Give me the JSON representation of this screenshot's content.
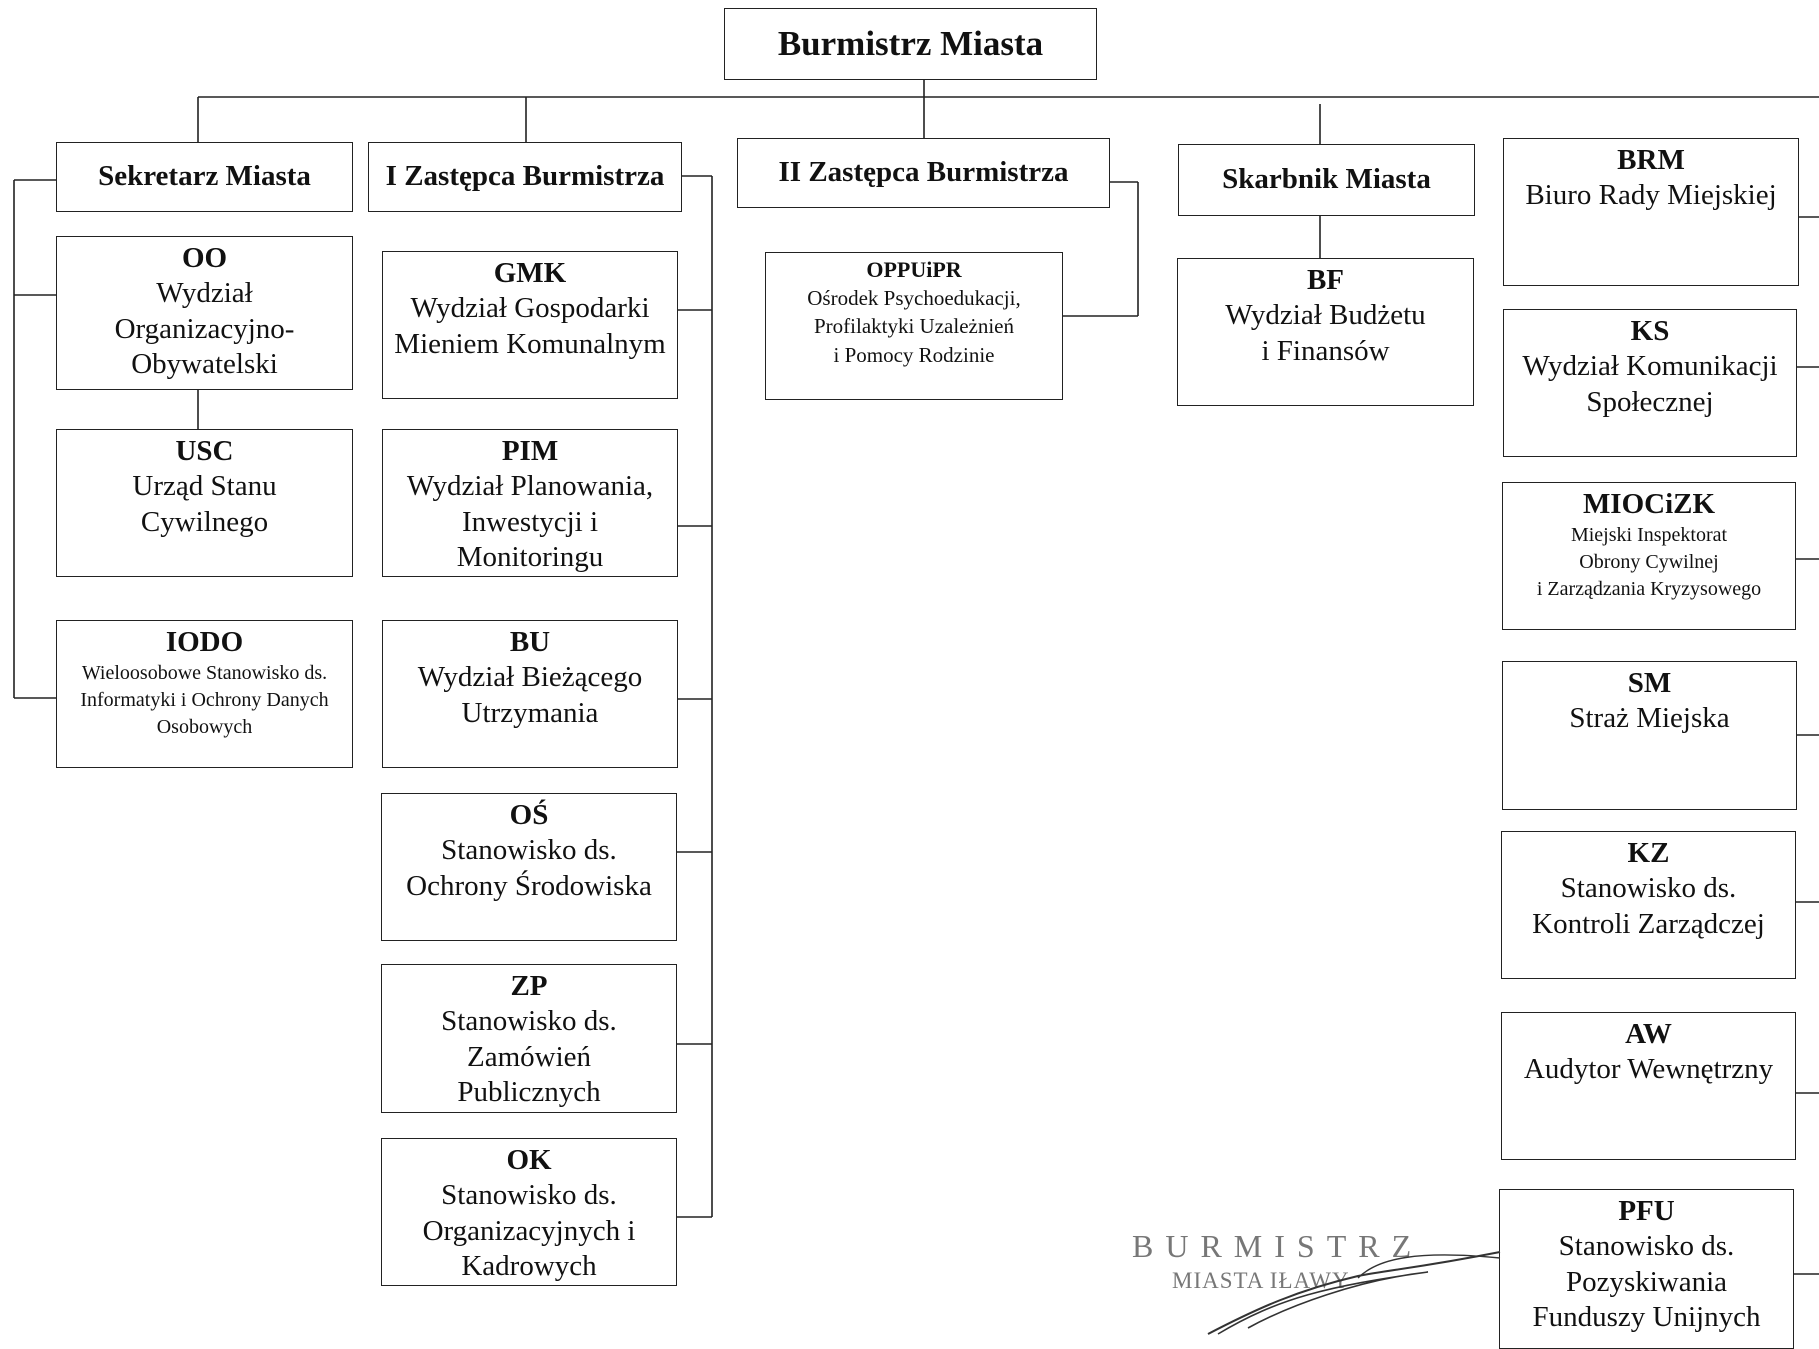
{
  "mayor": {
    "title": "Burmistrz Miasta"
  },
  "deputies": {
    "secretary": "Sekretarz Miasta",
    "first_deputy": "I Zastępca Burmistrza",
    "second_deputy": "II Zastępca Burmistrza",
    "treasurer": "Skarbnik Miasta"
  },
  "units": {
    "oo": {
      "code": "OO",
      "name": "Wydział\nOrganizacyjno-\nObywatelski"
    },
    "usc": {
      "code": "USC",
      "name": "Urząd Stanu\nCywilnego"
    },
    "iodo": {
      "code": "IODO",
      "name": "Wieloosobowe Stanowisko ds.\nInformatyki i Ochrony Danych\nOsobowych"
    },
    "gmk": {
      "code": "GMK",
      "name": "Wydział Gospodarki\nMieniem Komunalnym"
    },
    "pim": {
      "code": "PIM",
      "name": "Wydział Planowania,\nInwestycji i\nMonitoringu"
    },
    "bu": {
      "code": "BU",
      "name": "Wydział Bieżącego\nUtrzymania"
    },
    "os": {
      "code": "OŚ",
      "name": "Stanowisko ds.\nOchrony Środowiska"
    },
    "zp": {
      "code": "ZP",
      "name": "Stanowisko ds.\nZamówień\nPublicznych"
    },
    "ok": {
      "code": "OK",
      "name": "Stanowisko ds.\nOrganizacyjnych i\nKadrowych"
    },
    "oppuipr": {
      "code": "OPPUiPR",
      "name": "Ośrodek Psychoedukacji,\nProfilaktyki Uzależnień\ni Pomocy Rodzinie"
    },
    "bf": {
      "code": "BF",
      "name": "Wydział Budżetu\ni Finansów"
    },
    "brm": {
      "code": "BRM",
      "name": "Biuro Rady Miejskiej"
    },
    "ks": {
      "code": "KS",
      "name": "Wydział Komunikacji\nSpołecznej"
    },
    "miocizk": {
      "code": "MIOCiZK",
      "name": "Miejski Inspektorat\nObrony Cywilnej\ni Zarządzania Kryzysowego"
    },
    "sm": {
      "code": "SM",
      "name": "Straż Miejska"
    },
    "kz": {
      "code": "KZ",
      "name": "Stanowisko ds.\nKontroli Zarządczej"
    },
    "aw": {
      "code": "AW",
      "name": "Audytor Wewnętrzny"
    },
    "pfu": {
      "code": "PFU",
      "name": "Stanowisko ds.\nPozyskiwania\nFunduszy Unijnych"
    }
  },
  "stamp": {
    "line1": "BURMISTRZ",
    "line2": "MIASTA IŁAWY"
  }
}
